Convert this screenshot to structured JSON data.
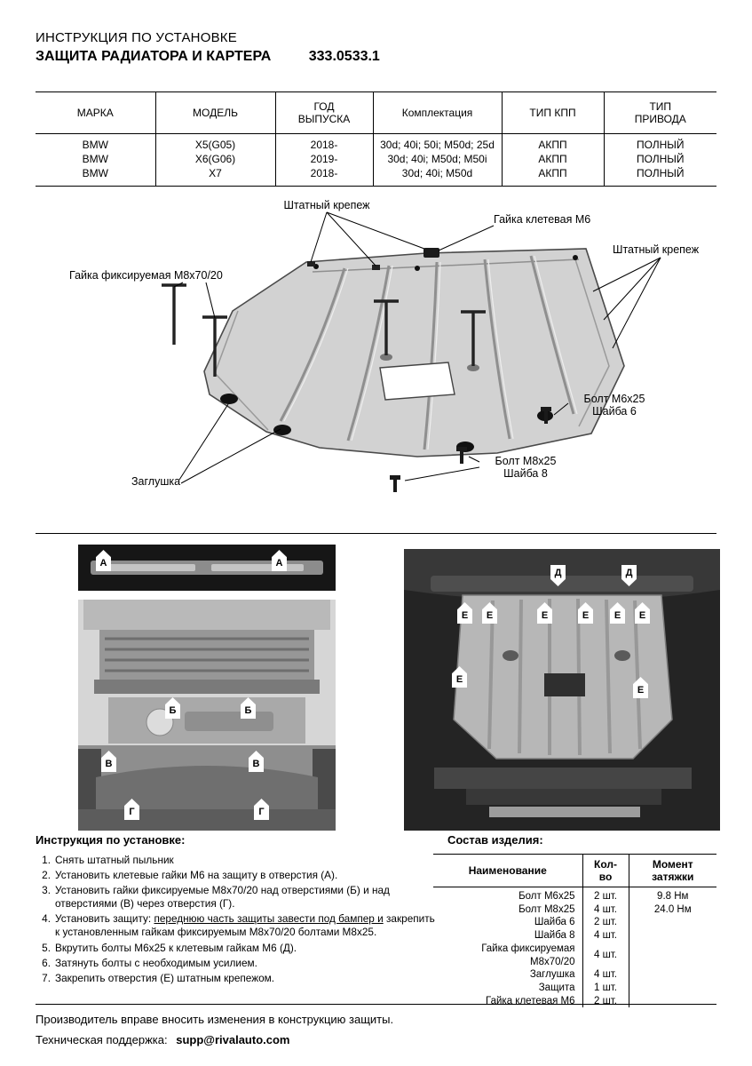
{
  "header": {
    "line1": "ИНСТРУКЦИЯ ПО УСТАНОВКЕ",
    "line2": "ЗАЩИТА РАДИАТОРА И КАРТЕРА",
    "part_number": "333.0533.1"
  },
  "vehicle_table": {
    "headers": [
      "МАРКА",
      "МОДЕЛЬ",
      "ГОД\nВЫПУСКА",
      "Комплектация",
      "ТИП КПП",
      "ТИП\nПРИВОДА"
    ],
    "rows": [
      [
        "BMW",
        "X5(G05)",
        "2018-",
        "30d; 40i; 50i; M50d; 25d",
        "АКПП",
        "ПОЛНЫЙ"
      ],
      [
        "BMW",
        "X6(G06)",
        "2019-",
        "30d; 40i; M50d; M50i",
        "АКПП",
        "ПОЛНЫЙ"
      ],
      [
        "BMW",
        "X7",
        "2018-",
        "30d; 40i; M50d",
        "АКПП",
        "ПОЛНЫЙ"
      ]
    ]
  },
  "diagram": {
    "label_standard_fastener_top": "Штатный крепеж",
    "label_cage_nut": "Гайка клетевая М6",
    "label_standard_fastener_right": "Штатный крепеж",
    "label_fixed_nut": "Гайка фиксируемая М8х70/20",
    "label_bolt_m6": "Болт М6х25",
    "label_washer_6": "Шайба 6",
    "label_bolt_m8": "Болт М8х25",
    "label_washer_8": "Шайба 8",
    "label_plug": "Заглушка"
  },
  "markers": {
    "A": "А",
    "B": "Б",
    "V": "В",
    "G": "Г",
    "D": "Д",
    "E": "Е"
  },
  "instructions": {
    "title": "Инструкция по установке:",
    "items": [
      {
        "num": "1.",
        "pre": "Снять штатный пыльник"
      },
      {
        "num": "2.",
        "pre": "Установить клетевые гайки М6 на защиту в отверстия (А)."
      },
      {
        "num": "3.",
        "pre": "Установить гайки фиксируемые М8х70/20 над отверстиями (Б) и над отверстиями (В) через отверстия (Г)."
      },
      {
        "num": "4.",
        "pre": "Установить защиту: ",
        "u": "переднюю часть защиты завести под бампер и",
        "post": " закрепить к установленным гайкам фиксируемым М8х70/20 болтами М8х25."
      },
      {
        "num": "5.",
        "pre": "Вкрутить болты М6х25 к клетевым гайкам М6 (Д)."
      },
      {
        "num": "6.",
        "pre": "Затянуть болты с необходимым усилием."
      },
      {
        "num": "7.",
        "pre": "Закрепить отверстия (Е) штатным крепежом."
      }
    ]
  },
  "composition": {
    "title": "Состав изделия:",
    "headers": [
      "Наименование",
      "Кол-во",
      "Момент затяжки"
    ],
    "rows": [
      [
        "Болт М6х25",
        "2 шт.",
        "9.8 Нм"
      ],
      [
        "Болт М8х25",
        "4 шт.",
        "24.0 Нм"
      ],
      [
        "Шайба 6",
        "2 шт.",
        ""
      ],
      [
        "Шайба 8",
        "4 шт.",
        ""
      ],
      [
        "Гайка фиксируемая М8х70/20",
        "4 шт.",
        ""
      ],
      [
        "Заглушка",
        "4 шт.",
        ""
      ],
      [
        "Защита",
        "1 шт.",
        ""
      ],
      [
        "Гайка клетевая М6",
        "2 шт.",
        ""
      ]
    ]
  },
  "footer": {
    "line1": "Производитель вправе вносить изменения в конструкцию защиты.",
    "line2_label": "Техническая поддержка:",
    "line2_email": "supp@rivalauto.com"
  }
}
